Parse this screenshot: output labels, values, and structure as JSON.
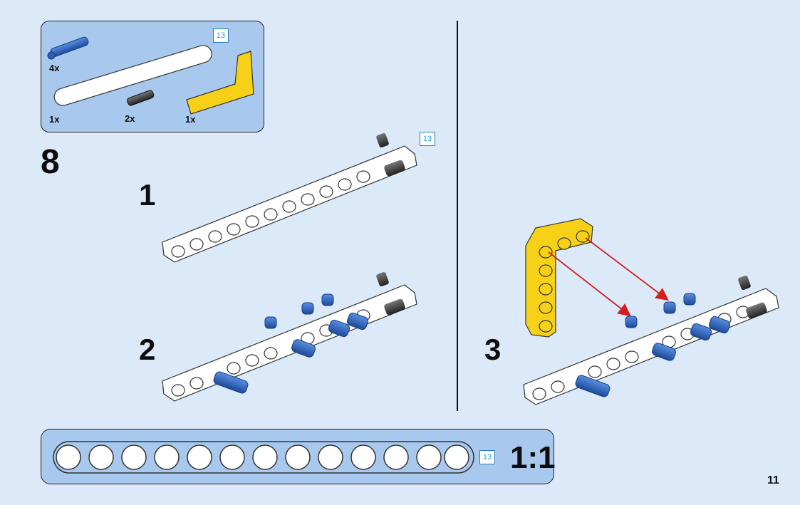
{
  "step": {
    "number": "8"
  },
  "parts_list": {
    "items": [
      {
        "qty": "4x",
        "part": "blue-axle-pin"
      },
      {
        "qty": "1x",
        "part": "white-beam-13"
      },
      {
        "qty": "2x",
        "part": "black-friction-pin"
      },
      {
        "qty": "1x",
        "part": "yellow-angle-beam"
      }
    ],
    "beam_length_badge": "13"
  },
  "substeps": [
    {
      "number": "1",
      "beam_length_badge": "13"
    },
    {
      "number": "2"
    },
    {
      "number": "3"
    }
  ],
  "ruler": {
    "holes": 13,
    "length_badge": "13",
    "scale_label": "1:1"
  },
  "page": {
    "number": "11"
  },
  "colors": {
    "background": "#dbe9f8",
    "callout": "#a8c8ee",
    "beam_white": "#ffffff",
    "beam_yellow": "#f7d117",
    "pin_blue": "#2c5fb5",
    "pin_black": "#2a2a2a",
    "arrow_red": "#d02020",
    "badge_text": "#2a9bd8"
  }
}
